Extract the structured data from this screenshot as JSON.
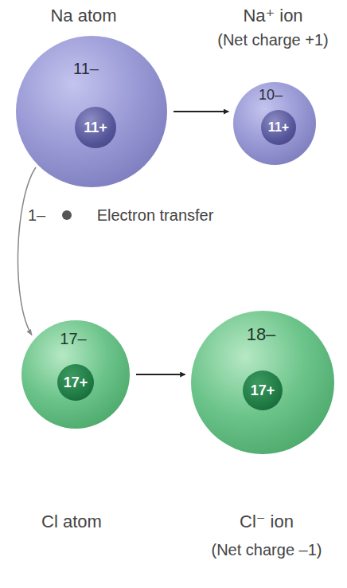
{
  "diagram": {
    "nodes": [
      {
        "text": [
          "Na atom",
          "11–"
        ]
      },
      {
        "text": [
          "11+"
        ],
        "in": 0
      },
      {
        "text": [
          "Na⁺ ion",
          "(Net charge +1)",
          "10–"
        ]
      },
      {
        "text": [
          "11+"
        ],
        "in": 2
      },
      {
        "text": [
          "17–",
          "Cl atom"
        ]
      },
      {
        "text": [
          "17+"
        ],
        "in": 4
      },
      {
        "text": [
          "18–",
          "Cl⁻ ion",
          "(Net charge –1)"
        ]
      },
      {
        "text": [
          "17+"
        ],
        "in": 6
      }
    ],
    "edges": [
      {
        "from": 0,
        "to": 2,
        "arrow": "to"
      },
      {
        "from": 4,
        "to": 6,
        "arrow": "to"
      },
      {
        "from": 0,
        "to": 4,
        "label": "Electron transfer",
        "arrow": "to"
      }
    ],
    "labels": [
      "1–"
    ]
  }
}
